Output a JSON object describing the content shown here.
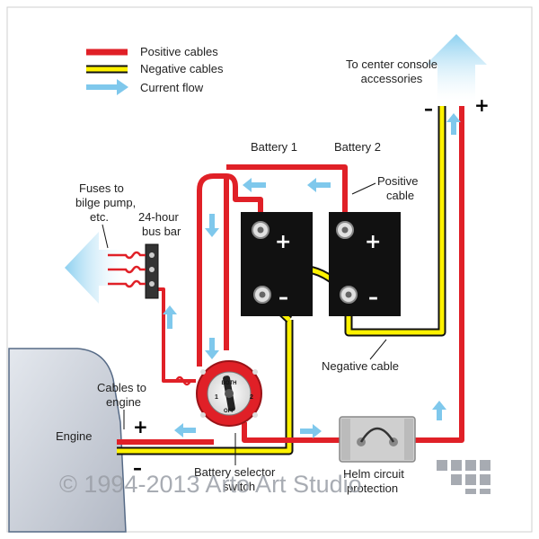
{
  "legend": {
    "positive": "Positive cables",
    "negative": "Negative cables",
    "current": "Current flow"
  },
  "labels": {
    "to_console_1": "To center console",
    "to_console_2": "accessories",
    "battery1": "Battery 1",
    "battery2": "Battery 2",
    "positive_cable_1": "Positive",
    "positive_cable_2": "cable",
    "fuses_1": "Fuses to",
    "fuses_2": "bilge pump,",
    "fuses_3": "etc.",
    "bus_bar_1": "24-hour",
    "bus_bar_2": "bus bar",
    "negative_cable": "Negative cable",
    "cables_engine_1": "Cables to",
    "cables_engine_2": "engine",
    "engine": "Engine",
    "selector_1": "Battery selector",
    "selector_2": "switch",
    "helm_1": "Helm circuit",
    "helm_2": "protection"
  },
  "signs": {
    "plus": "+",
    "minus": "–"
  },
  "switch": {
    "both": "BOTH",
    "off": "OFF",
    "one": "1",
    "two": "2"
  },
  "watermark": "© 1994-2013 Arto Art Studio",
  "colors": {
    "positive": "#e02027",
    "negative": "#fff200",
    "current": "#7fc8ec",
    "battery": "#111111",
    "engine": "#c9ced8"
  }
}
